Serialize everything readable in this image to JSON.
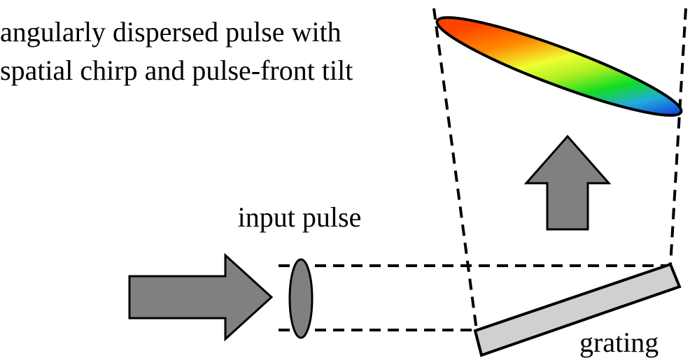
{
  "labels": {
    "output_line1": "angularly dispersed pulse with",
    "output_line2": "spatial chirp and pulse-front tilt",
    "input": "input pulse",
    "grating": "grating"
  },
  "colors": {
    "arrow_fill": "#808080",
    "grating_fill": "#d0d0d0",
    "spectrum": [
      "#ff4400",
      "#ff8800",
      "#eeff33",
      "#aaee22",
      "#11dd22",
      "#22aadd",
      "#1144dd"
    ]
  }
}
